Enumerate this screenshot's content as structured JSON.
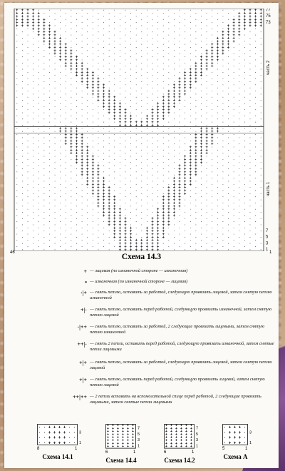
{
  "main_chart": {
    "title": "Схема 14.3",
    "cols": 46,
    "rows": 78,
    "left_col_label": "46",
    "right_col_label": "1",
    "right_row_labels": [
      "77",
      "75",
      "73",
      "7",
      "5",
      "3",
      "1"
    ],
    "part_labels": [
      "часть 2",
      "часть 1"
    ]
  },
  "legend": [
    {
      "sym": "+",
      "text": "— лицевая (по изнаночной стороне — изнаночная)"
    },
    {
      "sym": "•",
      "text": "— изнаночная (по изнаночной стороне — лицевая)"
    },
    {
      "sym": "·|+",
      "text": "— снять петлю, оставить за работой, следующую провязать лицевой, затем снятую петлю изнаночной"
    },
    {
      "sym": "+|·",
      "text": "— снять петлю, оставить перед работой, следующую провязать изнаночной, затем снятую петлю лицевой"
    },
    {
      "sym": "·|++",
      "text": "— снять петлю, оставить за работой, 2 следующие провязать лицевыми, затем снятую петлю изнаночной"
    },
    {
      "sym": "++|·",
      "text": "— снять 2 петли, оставить перед работой, следующую провязать изнаночной, затем снятые петли лицевыми"
    },
    {
      "sym": "+|+",
      "text": "— снять петлю, оставить за работой, следующую провязать лицевой, затем снятую петлю лицевой"
    },
    {
      "sym": "+|+",
      "text": "— снять петлю, оставить перед работой, следующую провязать лицевой, затем снятую петлю лицевой"
    },
    {
      "sym": "++|++",
      "text": "— 2 петли вставить на вспомогательной спице перед работой, 2 следующие провязать лицевыми, затем снятые петли лицевыми"
    }
  ],
  "mini_charts": [
    {
      "title": "Схема 14.1",
      "left_label": "8",
      "right_label": "1",
      "row_labels": [
        "3",
        "1"
      ]
    },
    {
      "title": "Схема 14.4",
      "left_label": "6",
      "right_label": "1",
      "row_labels": [
        "7",
        "5",
        "3",
        "1"
      ]
    },
    {
      "title": "Схема 14.2",
      "left_label": "6",
      "right_label": "1",
      "row_labels": [
        "7",
        "5",
        "3",
        "1"
      ]
    },
    {
      "title": "Схема А",
      "left_label": "5",
      "right_label": "1",
      "row_labels": [
        "3",
        "1"
      ]
    }
  ]
}
